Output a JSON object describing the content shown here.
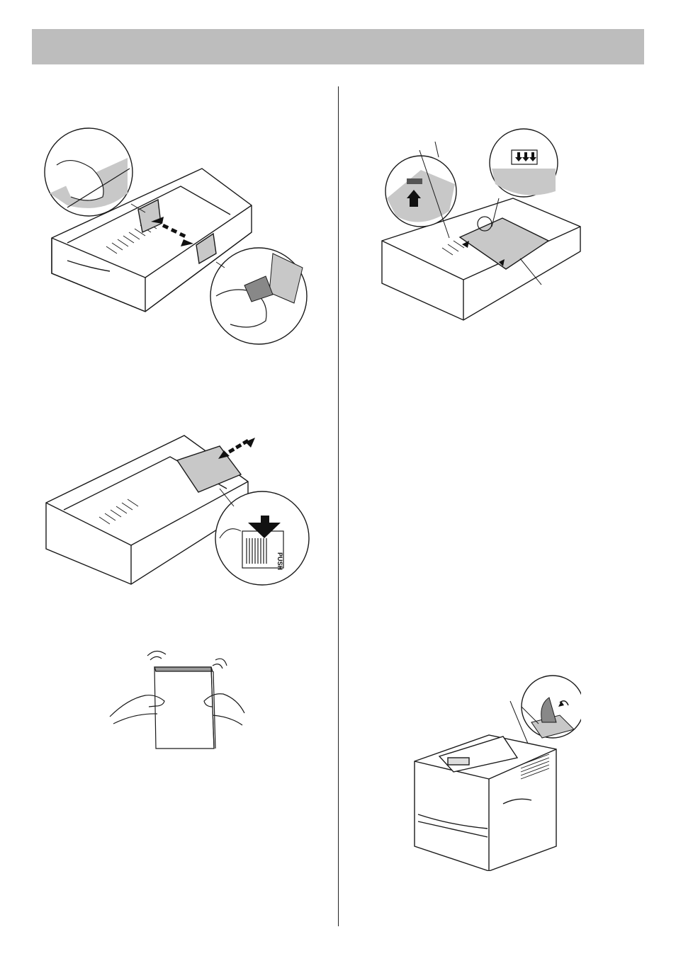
{
  "header": {
    "bar_color": "#bdbdbd"
  },
  "figures": {
    "guide_adjust": {
      "icon": "tray-side-guides-illustration"
    },
    "length_adjust": {
      "icon": "tray-length-guide-illustration",
      "push_label": "PUSH"
    },
    "fan_paper": {
      "icon": "fanning-paper-stack-illustration"
    },
    "load_paper": {
      "icon": "paper-loaded-tray-illustration"
    },
    "printer_stopper": {
      "icon": "printer-paper-stopper-illustration"
    }
  },
  "colors": {
    "gray_fill": "#c8c8c8",
    "line": "#1a1a1a"
  }
}
